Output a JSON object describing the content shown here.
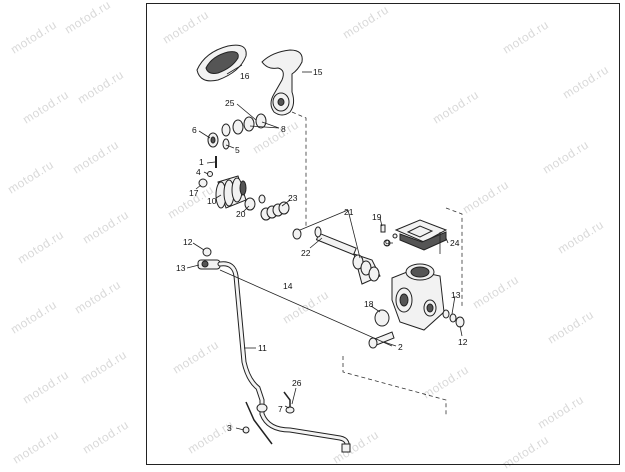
{
  "watermark": "motod.ru",
  "callouts": {
    "p1": "1",
    "p2": "2",
    "p3": "3",
    "p4": "4",
    "p5": "5",
    "p6": "6",
    "p7": "7",
    "p8": "8",
    "p9": "9",
    "p10": "10",
    "p11": "11",
    "p12a": "12",
    "p12b": "12",
    "p13a": "13",
    "p13b": "13",
    "p14": "14",
    "p15": "15",
    "p16": "16",
    "p17": "17",
    "p18": "18",
    "p19": "19",
    "p20": "20",
    "p21": "21",
    "p22": "22",
    "p23": "23",
    "p24": "24",
    "p25": "25",
    "p26": "26"
  }
}
